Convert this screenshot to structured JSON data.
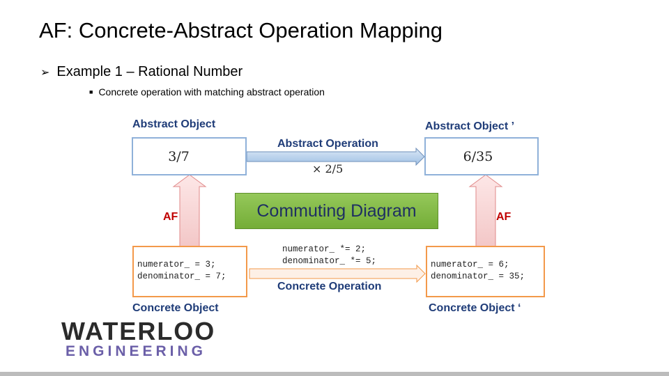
{
  "slide": {
    "title": "AF: Concrete-Abstract Operation Mapping",
    "bullet_level1": "Example 1 – Rational Number",
    "bullet_level2": "Concrete operation with matching abstract operation"
  },
  "diagram": {
    "abstract_object_label": "Abstract Object",
    "abstract_object_prime_label": "Abstract Object ’",
    "abstract_operation_label": "Abstract Operation",
    "abstract_value_left": "3/7",
    "abstract_value_right": "6/35",
    "abstract_operation_expr": "× 2/5",
    "commuting_label": "Commuting Diagram",
    "af_left": "AF",
    "af_right": "AF",
    "concrete_left_code": "numerator_ = 3;\ndenominator_ = 7;",
    "concrete_op_code": "numerator_ *= 2;\ndenominator_ *= 5;",
    "concrete_right_code": "numerator_ = 6;\ndenominator_ = 35;",
    "concrete_operation_label": "Concrete Operation",
    "concrete_object_label": "Concrete Object",
    "concrete_object_prime_label": "Concrete Object ‘"
  },
  "logo": {
    "line1": "WATERLOO",
    "line2": "ENGINEERING"
  },
  "colors": {
    "accent_blue": "#1f3c78",
    "af_red": "#c00000",
    "abstract_border": "#8fb1d9",
    "concrete_border": "#f3994a",
    "commuting_green": "#84bc48"
  }
}
